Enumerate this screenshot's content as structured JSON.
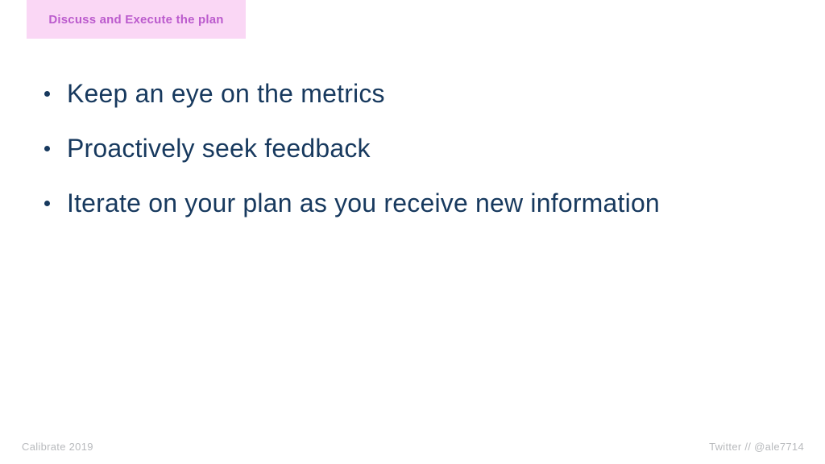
{
  "slide": {
    "badge": "Discuss and Execute the plan",
    "bullets": [
      "Keep an eye on the metrics",
      "Proactively seek feedback",
      "Iterate on your plan as you receive new information"
    ],
    "footer_left": "Calibrate 2019",
    "footer_right": "Twitter // @ale7714",
    "colors": {
      "badge_bg": "#fad7f5",
      "badge_text": "#bb5bcd",
      "bullet_text": "#17395e",
      "footer_text": "#b8babd",
      "background": "#ffffff"
    }
  }
}
